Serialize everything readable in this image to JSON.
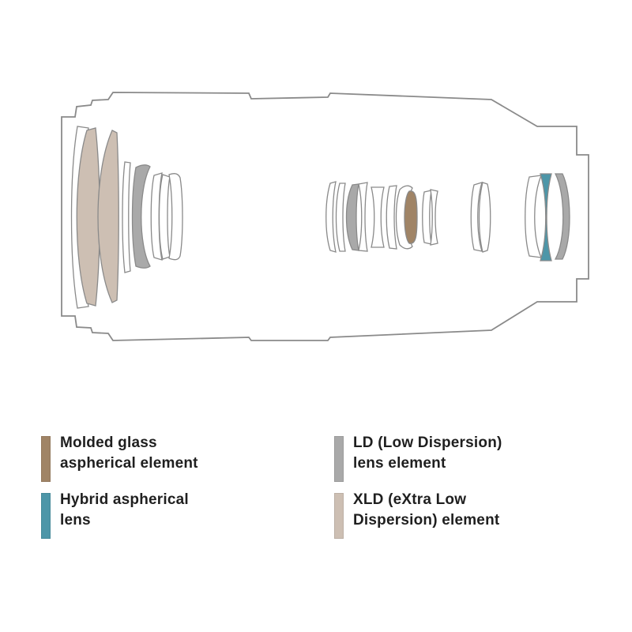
{
  "colors": {
    "outline": "#8a8a8a",
    "molded": "#a08466",
    "hybrid": "#4d96a8",
    "ld": "#a9a9a9",
    "xld": "#cdbfb3",
    "plain": "#ffffff"
  },
  "legend": {
    "molded": {
      "label": "Molded glass\naspherical element",
      "color_key": "molded"
    },
    "hybrid": {
      "label": "Hybrid aspherical\nlens",
      "color_key": "hybrid"
    },
    "ld": {
      "label": "LD (Low Dispersion)\nlens element",
      "color_key": "ld"
    },
    "xld": {
      "label": "XLD (eXtra Low\nDispersion) element",
      "color_key": "xld"
    }
  }
}
